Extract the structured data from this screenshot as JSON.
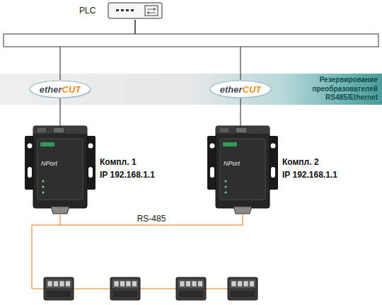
{
  "diagram": {
    "nodes": [
      {
        "text": [
          "PLC"
        ]
      },
      {
        "text": [
          "Резервирование преобразователей RS485/Ethernet"
        ]
      },
      {
        "text": [
          "etherCUT"
        ],
        "in": 1
      },
      {
        "text": [
          "etherCUT"
        ],
        "in": 1
      },
      {
        "text": [
          "Компл. 1",
          "IP 192.168.1.1"
        ]
      },
      {
        "text": [
          "Компл. 2",
          "IP 192.168.1.1"
        ]
      }
    ],
    "edges": [
      {
        "from": 0,
        "to": 2,
        "arrow": "none"
      },
      {
        "from": 0,
        "to": 3,
        "arrow": "none"
      },
      {
        "from": 2,
        "to": 4,
        "arrow": "none"
      },
      {
        "from": 3,
        "to": 5,
        "arrow": "none"
      },
      {
        "from": 4,
        "to": 5,
        "label": "RS-485",
        "arrow": "none"
      }
    ],
    "labels": [
      "NPort",
      "NPort"
    ]
  }
}
